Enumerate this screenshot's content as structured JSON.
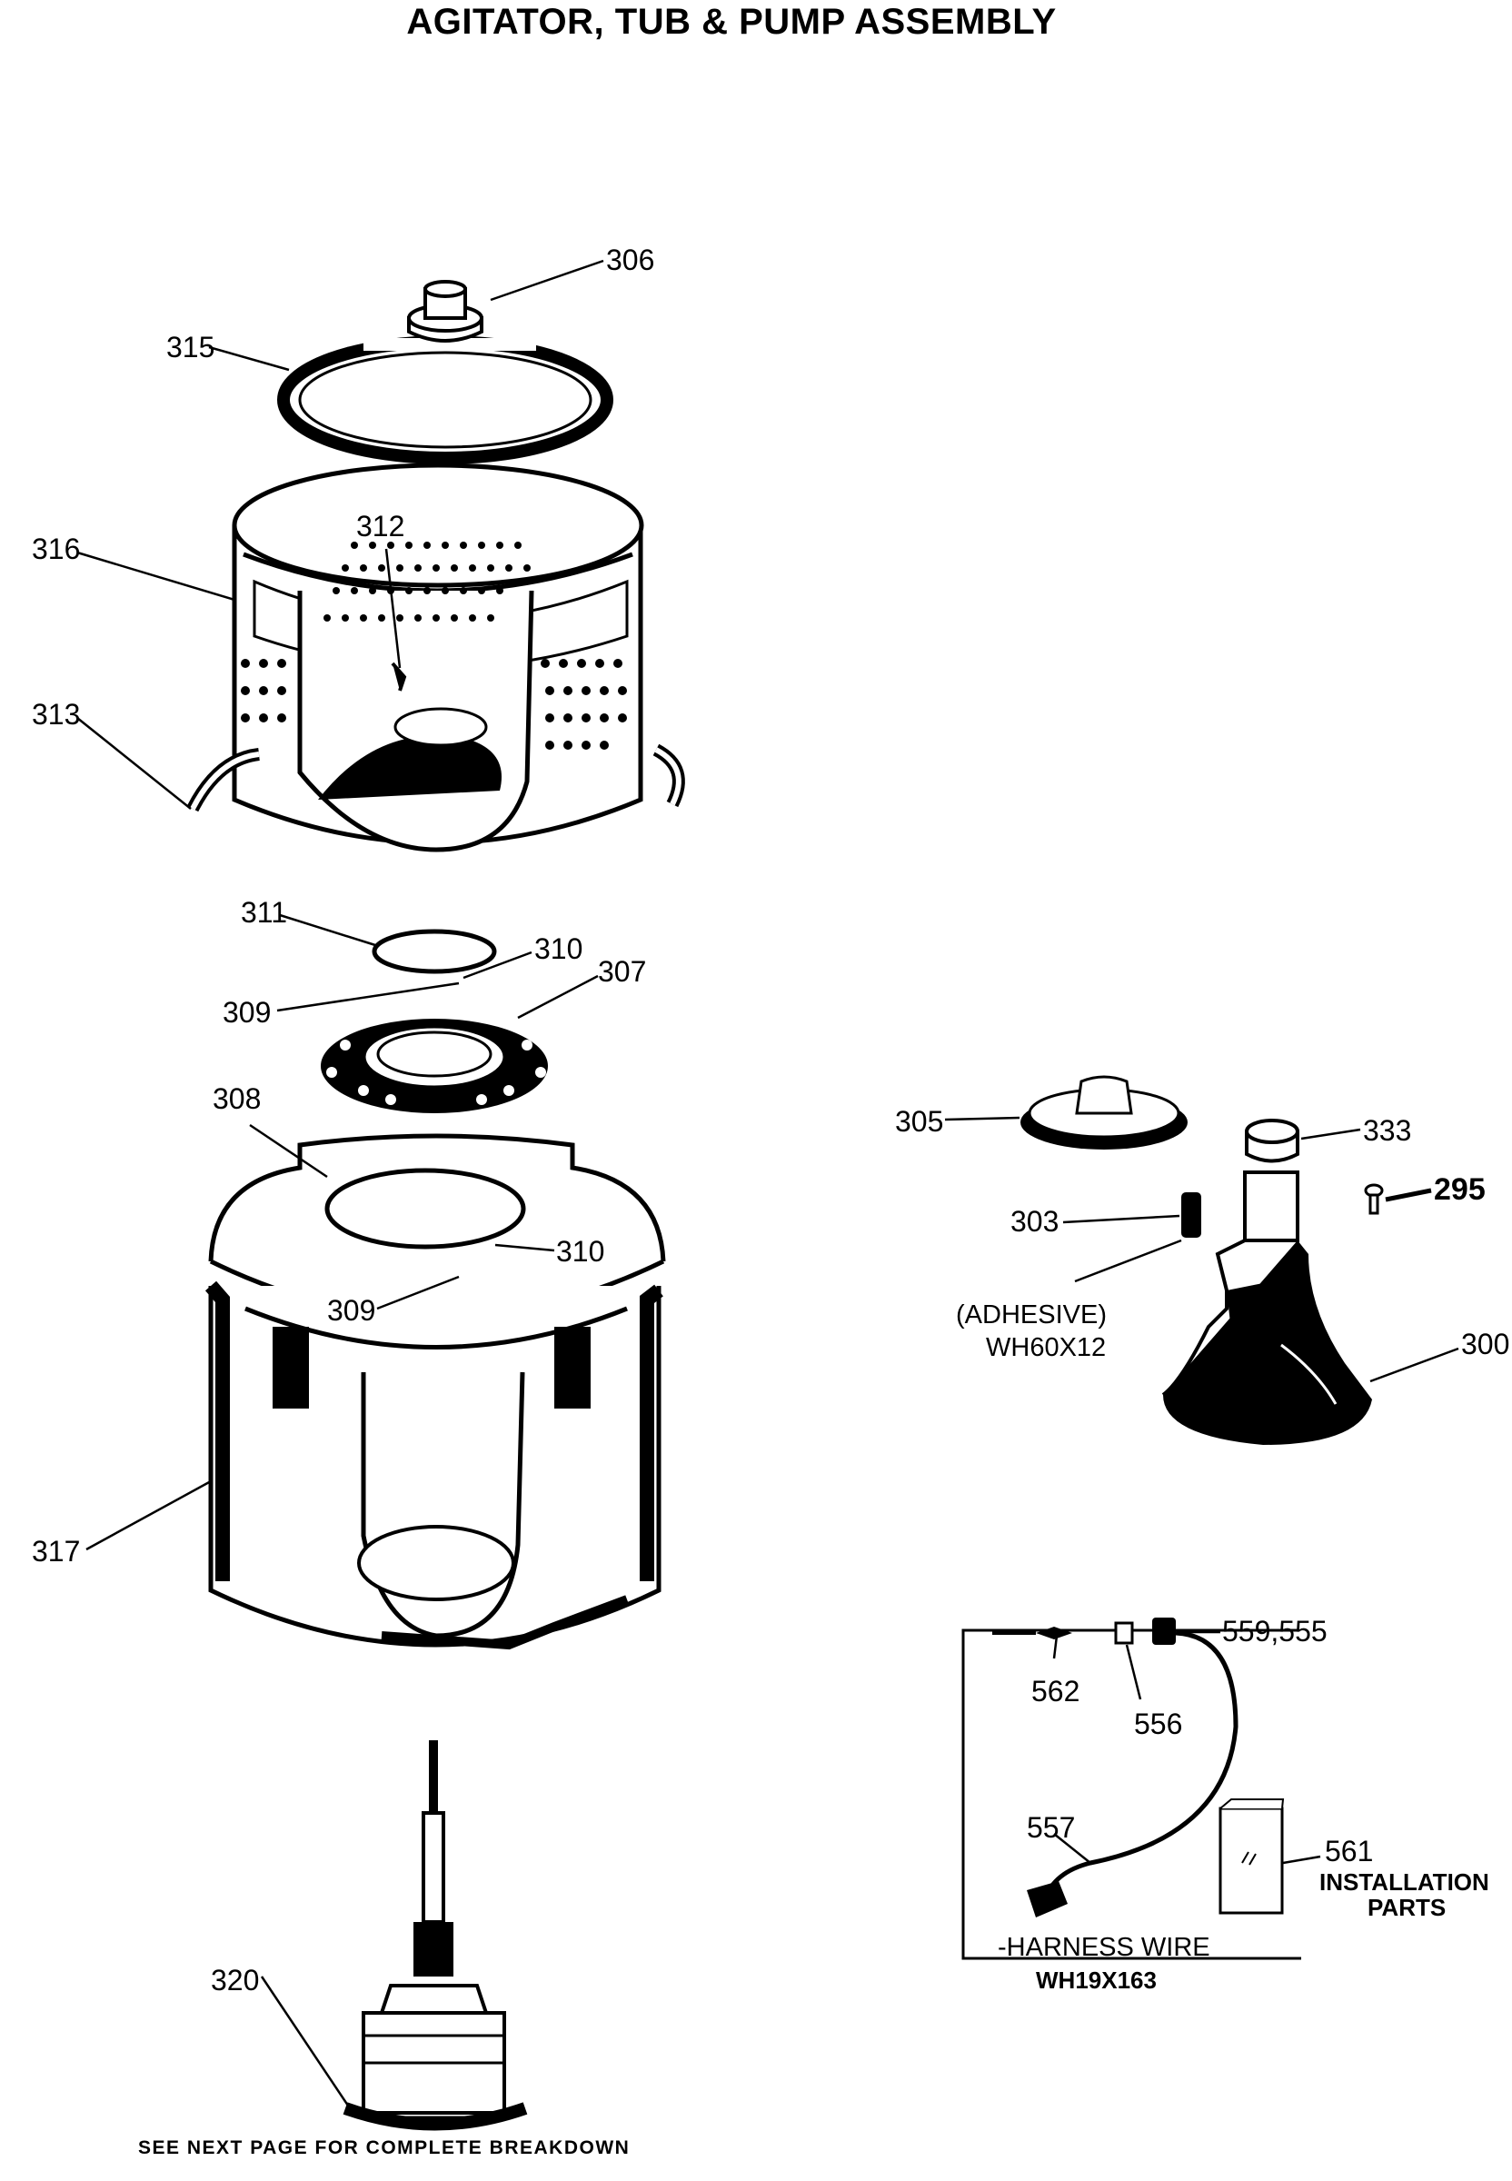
{
  "title": "AGITATOR, TUB & PUMP ASSEMBLY",
  "footer": "SEE NEXT PAGE FOR COMPLETE BREAKDOWN",
  "callouts": {
    "c306": "306",
    "c315": "315",
    "c316": "316",
    "c312": "312",
    "c313": "313",
    "c311": "311",
    "c310a": "310",
    "c307": "307",
    "c309a": "309",
    "c308": "308",
    "c310b": "310",
    "c309b": "309",
    "c317": "317",
    "c320": "320",
    "c305": "305",
    "c333": "333",
    "c295": "295",
    "c303": "303",
    "c300": "300",
    "adhesive": "(ADHESIVE)",
    "adhesive_part": "WH60X12",
    "c559": "559,555",
    "c562": "562",
    "c556": "556",
    "c557": "557",
    "c561": "561",
    "installation": "INSTALLATION",
    "parts": "PARTS",
    "harness": "-HARNESS WIRE",
    "harness_part": "WH19X163"
  }
}
